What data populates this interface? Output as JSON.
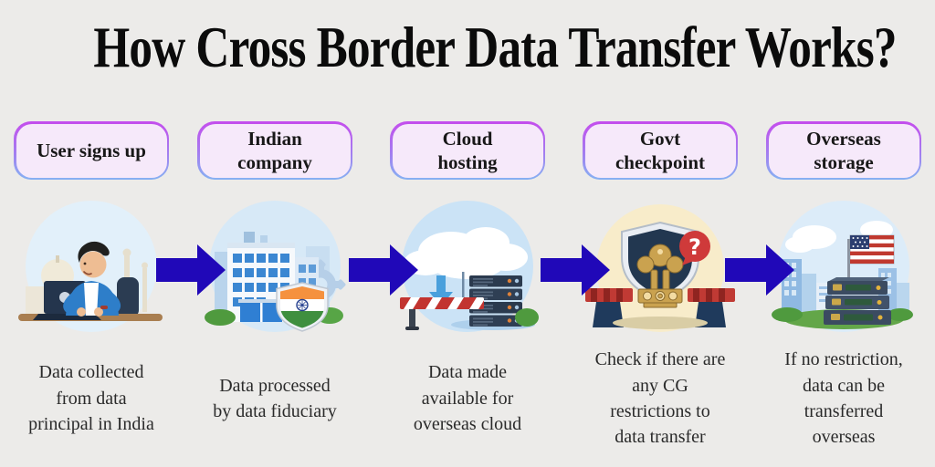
{
  "title": "How Cross Border Data Transfer Works?",
  "colors": {
    "background": "#ecebe9",
    "flow_arrow": "#2008b8",
    "pill_fill": "#f6e9fa",
    "pill_border_top": "#c44ded",
    "pill_border_bottom": "#86b1f2",
    "title_text": "#0b0b0b"
  },
  "flow": {
    "direction": "left-to-right",
    "arrow_count": 4
  },
  "steps": [
    {
      "label": "User signs up",
      "caption": "Data collected\nfrom data\nprincipal in India",
      "illustration": "person-typing-laptop-taj-mahal"
    },
    {
      "label": "Indian\ncompany",
      "caption": "Data processed\nby data fiduciary",
      "illustration": "office-building-india-flag-shield-gear"
    },
    {
      "label": "Cloud\nhosting",
      "caption": "Data made\navailable for\noverseas cloud",
      "illustration": "cloud-server-rack-barrier"
    },
    {
      "label": "Govt\ncheckpoint",
      "caption": "Check if there are\nany  CG\nrestrictions to\ndata transfer",
      "illustration": "ashoka-emblem-shield-question-checkpoint"
    },
    {
      "label": "Overseas\nstorage",
      "caption": "If no restriction,\ndata can be\ntransferred\noverseas",
      "illustration": "us-flag-servers-city-skyline"
    }
  ]
}
